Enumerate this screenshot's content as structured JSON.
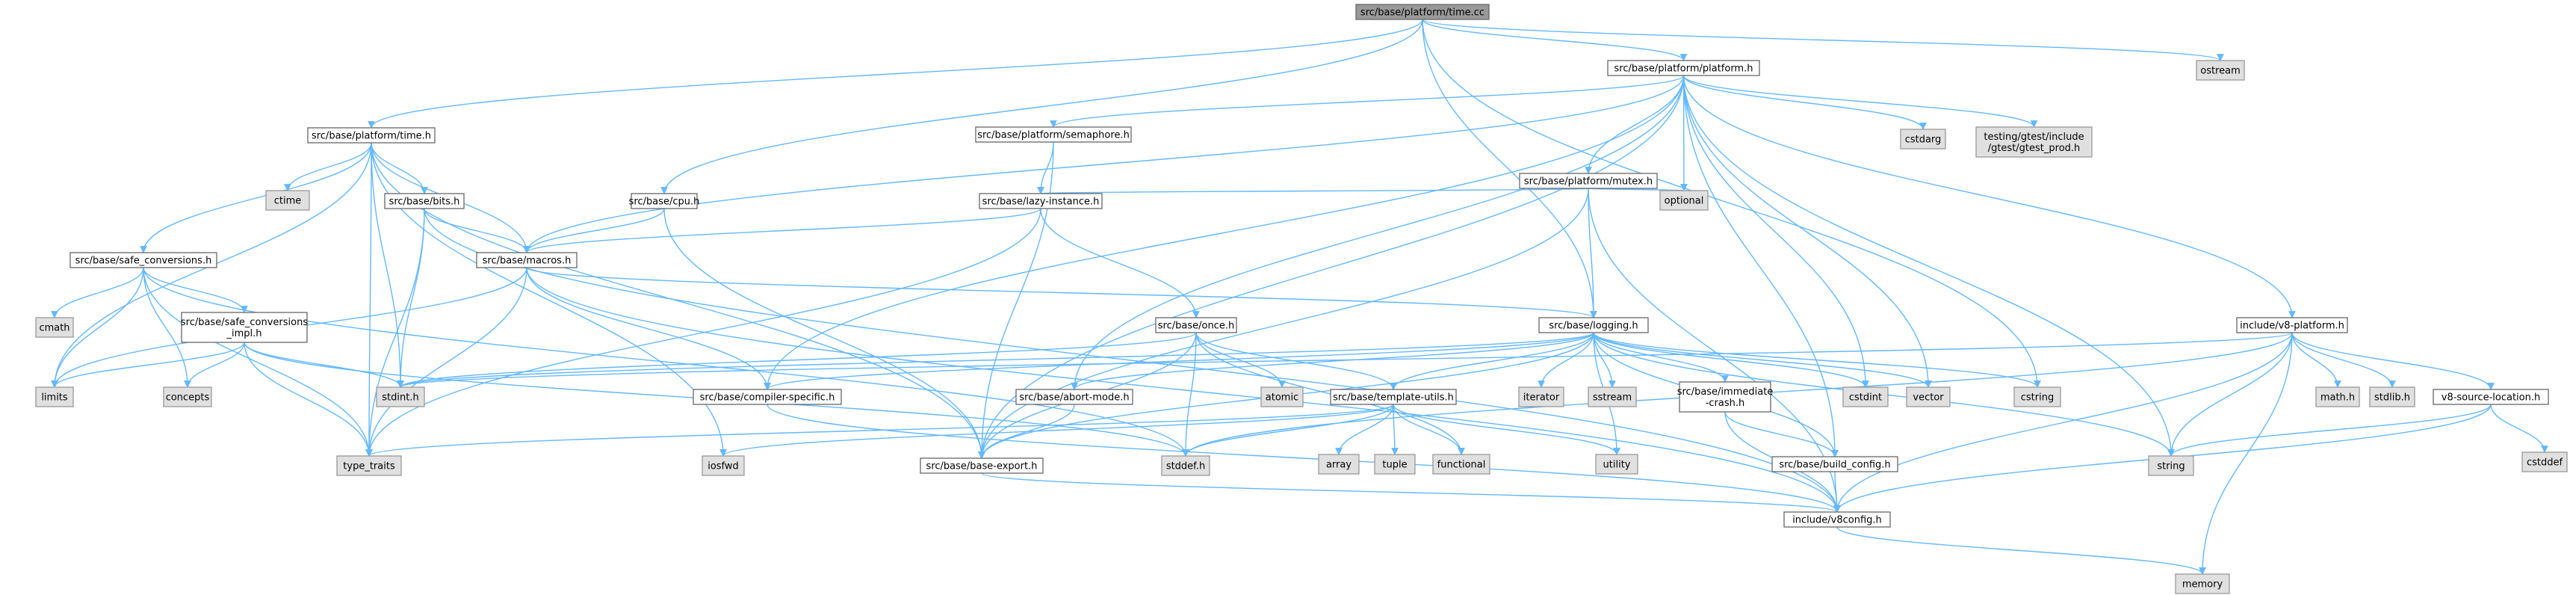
{
  "colors": {
    "edge": "#63b8ff",
    "root_fill": "#999999",
    "system_fill": "#e0e0e0",
    "source_fill": "#ffffff",
    "node_border": "#666666"
  },
  "nodes": [
    {
      "id": "time_cc",
      "kind": "root",
      "lines": [
        "src/base/platform/time.cc"
      ]
    },
    {
      "id": "time_h",
      "kind": "src",
      "lines": [
        "src/base/platform/time.h"
      ]
    },
    {
      "id": "platform_h",
      "kind": "src",
      "lines": [
        "src/base/platform/platform.h"
      ]
    },
    {
      "id": "ostream",
      "kind": "sys",
      "lines": [
        "ostream"
      ]
    },
    {
      "id": "semaphore_h",
      "kind": "src",
      "lines": [
        "src/base/platform/semaphore.h"
      ]
    },
    {
      "id": "cstdarg",
      "kind": "sys",
      "lines": [
        "cstdarg"
      ]
    },
    {
      "id": "gtest_prod",
      "kind": "sys",
      "lines": [
        "testing/gtest/include",
        "/gtest/gtest_prod.h"
      ]
    },
    {
      "id": "ctime",
      "kind": "sys",
      "lines": [
        "ctime"
      ]
    },
    {
      "id": "bits_h",
      "kind": "src",
      "lines": [
        "src/base/bits.h"
      ]
    },
    {
      "id": "cpu_h",
      "kind": "src",
      "lines": [
        "src/base/cpu.h"
      ]
    },
    {
      "id": "mutex_h",
      "kind": "src",
      "lines": [
        "src/base/platform/mutex.h"
      ]
    },
    {
      "id": "optional",
      "kind": "sys",
      "lines": [
        "optional"
      ]
    },
    {
      "id": "lazy_instance_h",
      "kind": "src",
      "lines": [
        "src/base/lazy-instance.h"
      ]
    },
    {
      "id": "v8_platform_h",
      "kind": "src",
      "lines": [
        "include/v8-platform.h"
      ]
    },
    {
      "id": "safe_conv_h",
      "kind": "src",
      "lines": [
        "src/base/safe_conversions.h"
      ]
    },
    {
      "id": "macros_h",
      "kind": "src",
      "lines": [
        "src/base/macros.h"
      ]
    },
    {
      "id": "cmath",
      "kind": "sys",
      "lines": [
        "cmath"
      ]
    },
    {
      "id": "safe_conv_impl_h",
      "kind": "src",
      "lines": [
        "src/base/safe_conversions",
        "_impl.h"
      ]
    },
    {
      "id": "once_h",
      "kind": "src",
      "lines": [
        "src/base/once.h"
      ]
    },
    {
      "id": "logging_h",
      "kind": "src",
      "lines": [
        "src/base/logging.h"
      ]
    },
    {
      "id": "limits",
      "kind": "sys",
      "lines": [
        "limits"
      ]
    },
    {
      "id": "concepts",
      "kind": "sys",
      "lines": [
        "concepts"
      ]
    },
    {
      "id": "stdint_h",
      "kind": "sys",
      "lines": [
        "stdint.h"
      ]
    },
    {
      "id": "compiler_specific_h",
      "kind": "src",
      "lines": [
        "src/base/compiler-specific.h"
      ]
    },
    {
      "id": "atomic",
      "kind": "sys",
      "lines": [
        "atomic"
      ]
    },
    {
      "id": "abort_mode_h",
      "kind": "src",
      "lines": [
        "src/base/abort-mode.h"
      ]
    },
    {
      "id": "template_utils_h",
      "kind": "src",
      "lines": [
        "src/base/template-utils.h"
      ]
    },
    {
      "id": "iterator",
      "kind": "sys",
      "lines": [
        "iterator"
      ]
    },
    {
      "id": "sstream",
      "kind": "sys",
      "lines": [
        "sstream"
      ]
    },
    {
      "id": "immediate_crash_h",
      "kind": "src",
      "lines": [
        "src/base/immediate",
        "-crash.h"
      ]
    },
    {
      "id": "cstdint",
      "kind": "sys",
      "lines": [
        "cstdint"
      ]
    },
    {
      "id": "vector",
      "kind": "sys",
      "lines": [
        "vector"
      ]
    },
    {
      "id": "cstring",
      "kind": "sys",
      "lines": [
        "cstring"
      ]
    },
    {
      "id": "math_h",
      "kind": "sys",
      "lines": [
        "math.h"
      ]
    },
    {
      "id": "stdlib_h",
      "kind": "sys",
      "lines": [
        "stdlib.h"
      ]
    },
    {
      "id": "v8_source_location_h",
      "kind": "src",
      "lines": [
        "v8-source-location.h"
      ]
    },
    {
      "id": "cstddef",
      "kind": "sys",
      "lines": [
        "cstddef"
      ]
    },
    {
      "id": "type_traits",
      "kind": "sys",
      "lines": [
        "type_traits"
      ]
    },
    {
      "id": "iosfwd",
      "kind": "sys",
      "lines": [
        "iosfwd"
      ]
    },
    {
      "id": "base_export_h",
      "kind": "src",
      "lines": [
        "src/base/base-export.h"
      ]
    },
    {
      "id": "stddef_h",
      "kind": "sys",
      "lines": [
        "stddef.h"
      ]
    },
    {
      "id": "array",
      "kind": "sys",
      "lines": [
        "array"
      ]
    },
    {
      "id": "tuple",
      "kind": "sys",
      "lines": [
        "tuple"
      ]
    },
    {
      "id": "functional",
      "kind": "sys",
      "lines": [
        "functional"
      ]
    },
    {
      "id": "utility",
      "kind": "sys",
      "lines": [
        "utility"
      ]
    },
    {
      "id": "build_config_h",
      "kind": "src",
      "lines": [
        "src/base/build_config.h"
      ]
    },
    {
      "id": "string",
      "kind": "sys",
      "lines": [
        "string"
      ]
    },
    {
      "id": "v8config_h",
      "kind": "src",
      "lines": [
        "include/v8config.h"
      ]
    },
    {
      "id": "memory",
      "kind": "sys",
      "lines": [
        "memory"
      ]
    }
  ],
  "edges": [
    [
      "time_cc",
      "time_h"
    ],
    [
      "time_cc",
      "platform_h"
    ],
    [
      "time_cc",
      "ostream"
    ],
    [
      "time_cc",
      "cpu_h"
    ],
    [
      "time_cc",
      "logging_h"
    ],
    [
      "time_cc",
      "cstring"
    ],
    [
      "time_h",
      "ctime"
    ],
    [
      "time_h",
      "bits_h"
    ],
    [
      "time_h",
      "safe_conv_h"
    ],
    [
      "time_h",
      "macros_h"
    ],
    [
      "time_h",
      "stdint_h"
    ],
    [
      "time_h",
      "limits"
    ],
    [
      "time_h",
      "type_traits"
    ],
    [
      "time_h",
      "iosfwd"
    ],
    [
      "time_h",
      "base_export_h"
    ],
    [
      "platform_h",
      "semaphore_h"
    ],
    [
      "platform_h",
      "cstdarg"
    ],
    [
      "platform_h",
      "gtest_prod"
    ],
    [
      "platform_h",
      "mutex_h"
    ],
    [
      "platform_h",
      "optional"
    ],
    [
      "platform_h",
      "v8_platform_h"
    ],
    [
      "platform_h",
      "macros_h"
    ],
    [
      "platform_h",
      "abort_mode_h"
    ],
    [
      "platform_h",
      "compiler_specific_h"
    ],
    [
      "platform_h",
      "base_export_h"
    ],
    [
      "platform_h",
      "cstdint"
    ],
    [
      "platform_h",
      "vector"
    ],
    [
      "platform_h",
      "string"
    ],
    [
      "platform_h",
      "build_config_h"
    ],
    [
      "semaphore_h",
      "lazy_instance_h"
    ],
    [
      "semaphore_h",
      "base_export_h"
    ],
    [
      "bits_h",
      "macros_h"
    ],
    [
      "bits_h",
      "stdint_h"
    ],
    [
      "bits_h",
      "type_traits"
    ],
    [
      "bits_h",
      "v8config_h"
    ],
    [
      "cpu_h",
      "macros_h"
    ],
    [
      "cpu_h",
      "base_export_h"
    ],
    [
      "mutex_h",
      "lazy_instance_h"
    ],
    [
      "mutex_h",
      "logging_h"
    ],
    [
      "mutex_h",
      "optional"
    ],
    [
      "mutex_h",
      "base_export_h"
    ],
    [
      "mutex_h",
      "v8config_h"
    ],
    [
      "lazy_instance_h",
      "macros_h"
    ],
    [
      "lazy_instance_h",
      "once_h"
    ],
    [
      "lazy_instance_h",
      "type_traits"
    ],
    [
      "safe_conv_h",
      "cmath"
    ],
    [
      "safe_conv_h",
      "limits"
    ],
    [
      "safe_conv_h",
      "concepts"
    ],
    [
      "safe_conv_h",
      "type_traits"
    ],
    [
      "safe_conv_h",
      "safe_conv_impl_h"
    ],
    [
      "safe_conv_h",
      "stddef_h"
    ],
    [
      "safe_conv_impl_h",
      "limits"
    ],
    [
      "safe_conv_impl_h",
      "concepts"
    ],
    [
      "safe_conv_impl_h",
      "stdint_h"
    ],
    [
      "safe_conv_impl_h",
      "type_traits"
    ],
    [
      "safe_conv_impl_h",
      "stddef_h"
    ],
    [
      "macros_h",
      "compiler_specific_h"
    ],
    [
      "macros_h",
      "logging_h"
    ],
    [
      "macros_h",
      "limits"
    ],
    [
      "macros_h",
      "type_traits"
    ],
    [
      "macros_h",
      "v8config_h"
    ],
    [
      "once_h",
      "stdint_h"
    ],
    [
      "once_h",
      "atomic"
    ],
    [
      "once_h",
      "functional"
    ],
    [
      "once_h",
      "template_utils_h"
    ],
    [
      "once_h",
      "stddef_h"
    ],
    [
      "once_h",
      "base_export_h"
    ],
    [
      "logging_h",
      "abort_mode_h"
    ],
    [
      "logging_h",
      "template_utils_h"
    ],
    [
      "logging_h",
      "iterator"
    ],
    [
      "logging_h",
      "sstream"
    ],
    [
      "logging_h",
      "immediate_crash_h"
    ],
    [
      "logging_h",
      "cstdint"
    ],
    [
      "logging_h",
      "vector"
    ],
    [
      "logging_h",
      "cstring"
    ],
    [
      "logging_h",
      "build_config_h"
    ],
    [
      "logging_h",
      "string"
    ],
    [
      "logging_h",
      "utility"
    ],
    [
      "logging_h",
      "base_export_h"
    ],
    [
      "logging_h",
      "compiler_specific_h"
    ],
    [
      "logging_h",
      "stdint_h"
    ],
    [
      "compiler_specific_h",
      "v8config_h"
    ],
    [
      "abort_mode_h",
      "base_export_h"
    ],
    [
      "template_utils_h",
      "array"
    ],
    [
      "template_utils_h",
      "tuple"
    ],
    [
      "template_utils_h",
      "functional"
    ],
    [
      "template_utils_h",
      "utility"
    ],
    [
      "template_utils_h",
      "type_traits"
    ],
    [
      "template_utils_h",
      "iosfwd"
    ],
    [
      "template_utils_h",
      "stddef_h"
    ],
    [
      "immediate_crash_h",
      "build_config_h"
    ],
    [
      "immediate_crash_h",
      "v8config_h"
    ],
    [
      "v8_platform_h",
      "math_h"
    ],
    [
      "v8_platform_h",
      "stdlib_h"
    ],
    [
      "v8_platform_h",
      "v8_source_location_h"
    ],
    [
      "v8_platform_h",
      "memory"
    ],
    [
      "v8_platform_h",
      "string"
    ],
    [
      "v8_platform_h",
      "stdint_h"
    ],
    [
      "v8_platform_h",
      "stddef_h"
    ],
    [
      "v8_platform_h",
      "v8config_h"
    ],
    [
      "v8_source_location_h",
      "cstddef"
    ],
    [
      "v8_source_location_h",
      "string"
    ],
    [
      "v8_source_location_h",
      "v8config_h"
    ],
    [
      "base_export_h",
      "v8config_h"
    ],
    [
      "build_config_h",
      "v8config_h"
    ],
    [
      "v8config_h",
      "memory"
    ]
  ]
}
